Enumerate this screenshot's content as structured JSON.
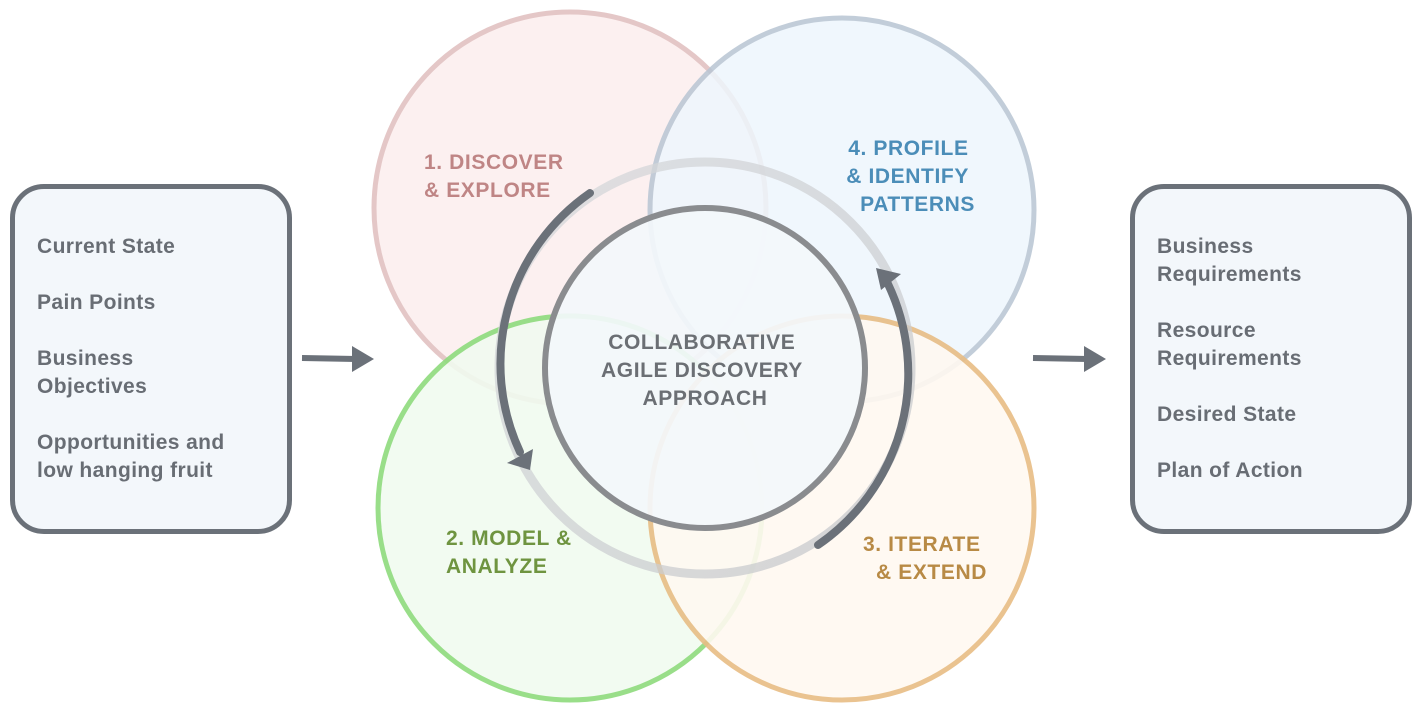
{
  "inputs": {
    "items": [
      "Current State",
      "Pain Points",
      "Business\nObjectives",
      "Opportunities and\nlow hanging fruit"
    ]
  },
  "outputs": {
    "items": [
      "Business\nRequirements",
      "Resource\nRequirements",
      "Desired State",
      "Plan of Action"
    ]
  },
  "phases": {
    "discover": {
      "line1": "1. DISCOVER",
      "line2": "& EXPLORE",
      "color": "#bf8585",
      "stroke": "#e2c2c2",
      "fill": "#fcefef"
    },
    "profile": {
      "line1": "4. PROFILE",
      "line2": "& IDENTIFY",
      "line3": "PATTERNS",
      "color": "#4b8db8",
      "stroke": "#b8c5d3",
      "fill": "#eef6fd"
    },
    "model": {
      "line1": "2. MODEL &",
      "line2": "ANALYZE",
      "color": "#6f9440",
      "stroke": "#8edb7d",
      "fill": "#f1fbf0"
    },
    "iterate": {
      "line1": "3. ITERATE",
      "line2": "& EXTEND",
      "color": "#b88a45",
      "stroke": "#e8bd85",
      "fill": "#fff9f1"
    }
  },
  "center": {
    "line1": "COLLABORATIVE",
    "line2": "AGILE DISCOVERY",
    "line3": "APPROACH",
    "color": "#6b6f74"
  }
}
